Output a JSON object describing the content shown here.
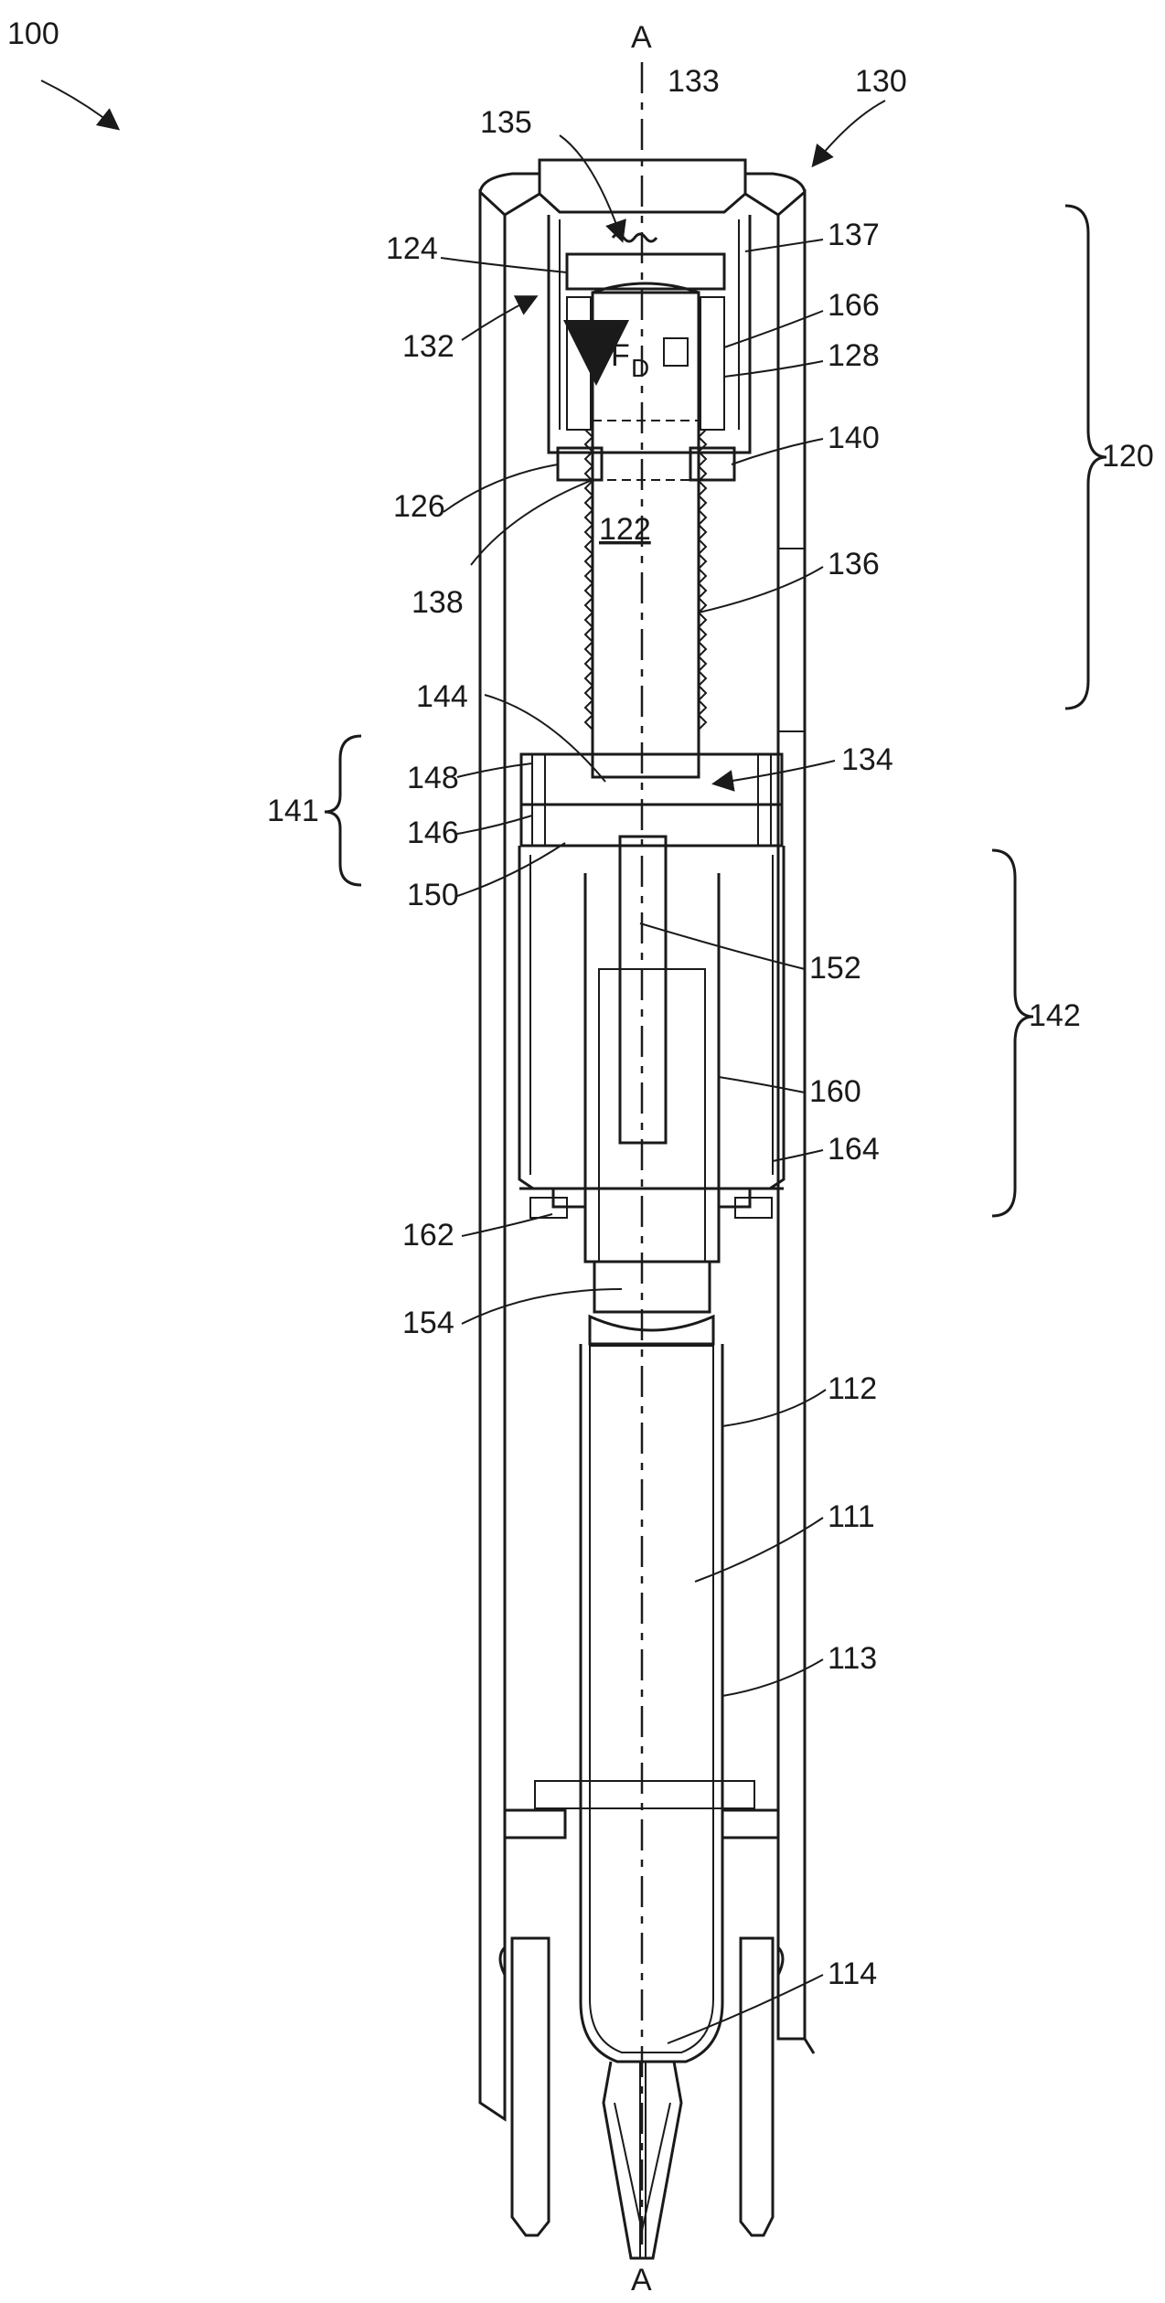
{
  "figure": {
    "labels": {
      "l100": "100",
      "l130": "130",
      "l133": "133",
      "l135": "135",
      "l137": "137",
      "l124": "124",
      "l166": "166",
      "l132": "132",
      "l128": "128",
      "fd_f": "F",
      "fd_sub": "D",
      "l126": "126",
      "l140": "140",
      "l122": "122",
      "l138": "138",
      "l136": "136",
      "l120": "120",
      "l144": "144",
      "l134": "134",
      "l148": "148",
      "l141": "141",
      "l146": "146",
      "l150": "150",
      "l152": "152",
      "l142": "142",
      "l160": "160",
      "l164": "164",
      "l162": "162",
      "l154": "154",
      "l112": "112",
      "l111": "111",
      "l113": "113",
      "l114": "114",
      "axisTop": "A",
      "axisBottom": "A"
    }
  }
}
